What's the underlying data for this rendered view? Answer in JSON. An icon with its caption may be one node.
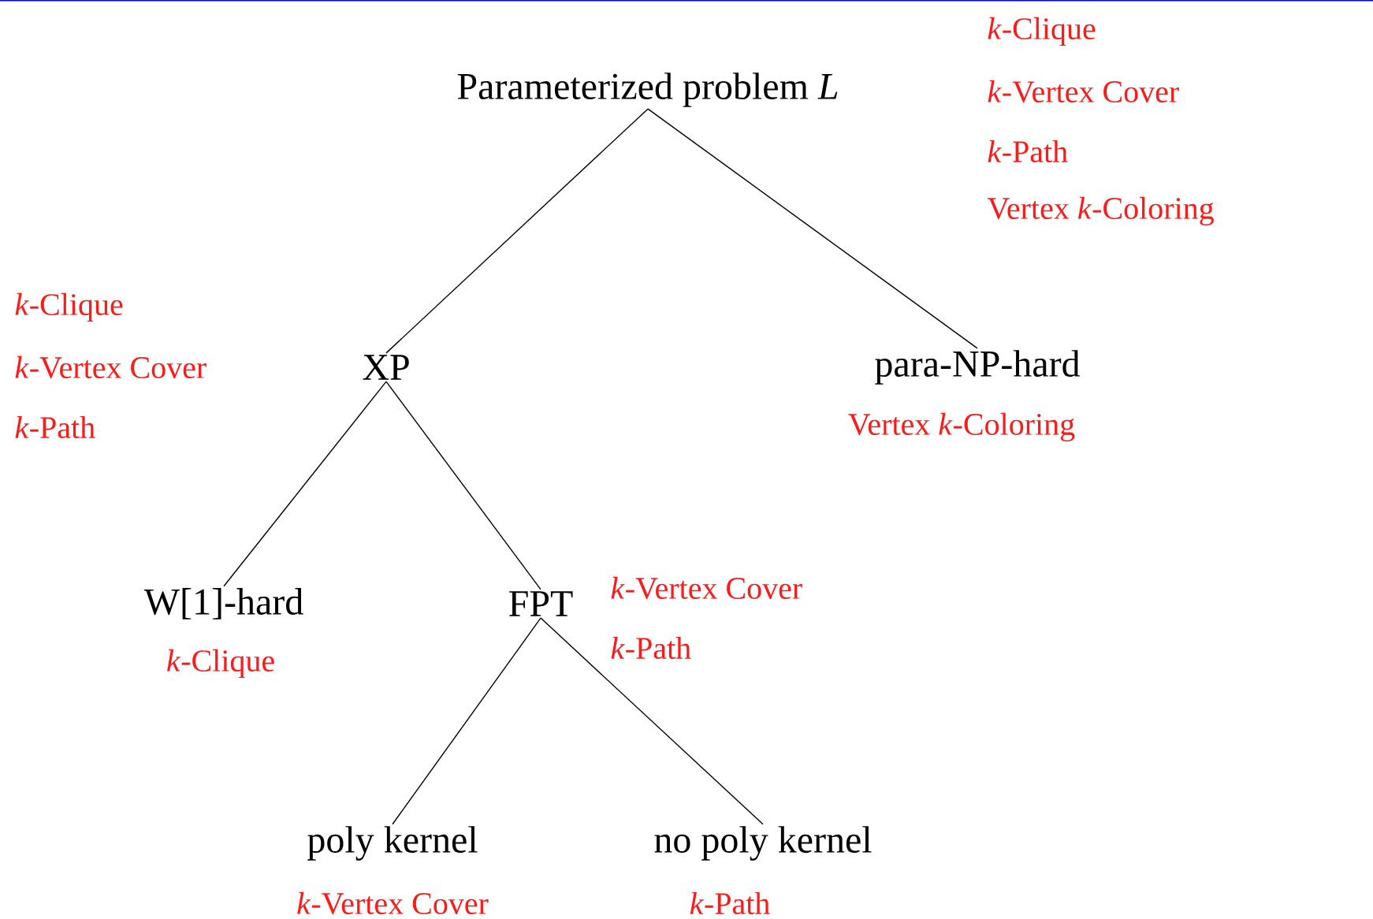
{
  "diagram": {
    "nodes": [
      {
        "text": [
          "Parameterized problem *L*"
        ],
        "beside": [
          "*k*-Clique",
          "*k*-Vertex Cover",
          "*k*-Path",
          "Vertex *k*-Coloring"
        ]
      },
      {
        "text": [
          "XP"
        ],
        "beside": [
          "*k*-Clique",
          "*k*-Vertex Cover",
          "*k*-Path"
        ]
      },
      {
        "text": [
          "para-NP-hard"
        ],
        "beside": [
          "Vertex *k*-Coloring"
        ]
      },
      {
        "text": [
          "W[1]-hard"
        ],
        "beside": [
          "*k*-Clique"
        ]
      },
      {
        "text": [
          "FPT"
        ],
        "beside": [
          "*k*-Vertex Cover",
          "*k*-Path"
        ]
      },
      {
        "text": [
          "poly kernel"
        ],
        "beside": [
          "*k*-Vertex Cover"
        ]
      },
      {
        "text": [
          "no poly kernel"
        ],
        "beside": [
          "*k*-Path"
        ]
      }
    ],
    "edges": [
      {
        "from": 0,
        "to": 1,
        "arrow": "none"
      },
      {
        "from": 0,
        "to": 2,
        "arrow": "none"
      },
      {
        "from": 1,
        "to": 3,
        "arrow": "none"
      },
      {
        "from": 1,
        "to": 4,
        "arrow": "none"
      },
      {
        "from": 4,
        "to": 5,
        "arrow": "none"
      },
      {
        "from": 4,
        "to": 6,
        "arrow": "none"
      }
    ]
  }
}
